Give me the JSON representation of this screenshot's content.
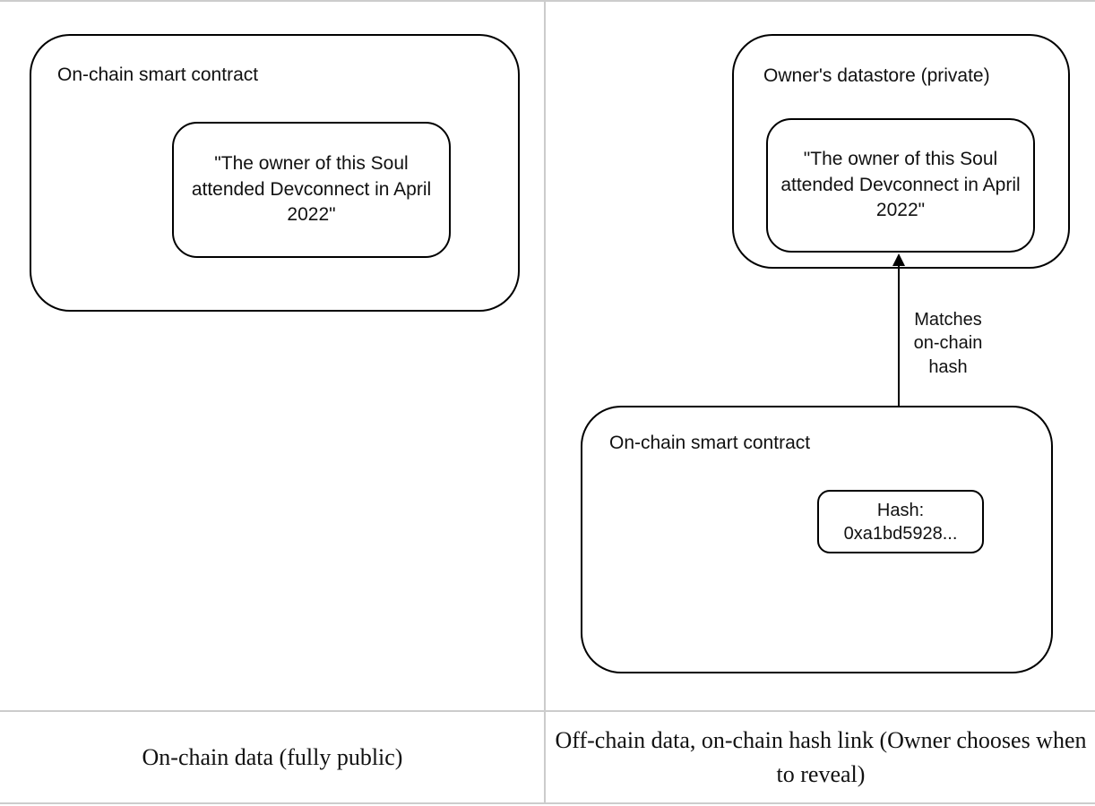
{
  "colors": {
    "stroke": "#000000",
    "grid": "#cccccc",
    "background": "#ffffff",
    "text": "#111111"
  },
  "left_panel": {
    "contract_label": "On-chain smart contract",
    "quote": "\"The owner of this Soul attended Devconnect in April 2022\"",
    "caption": "On-chain data (fully public)"
  },
  "right_panel": {
    "datastore_label": "Owner's datastore (private)",
    "quote": "\"The owner of this Soul attended Devconnect in April 2022\"",
    "arrow_label": "Matches on-chain hash",
    "contract_label": "On-chain smart contract",
    "hash_label": "Hash:",
    "hash_value": "0xa1bd5928...",
    "caption": "Off-chain data, on-chain hash link (Owner chooses when to reveal)"
  }
}
